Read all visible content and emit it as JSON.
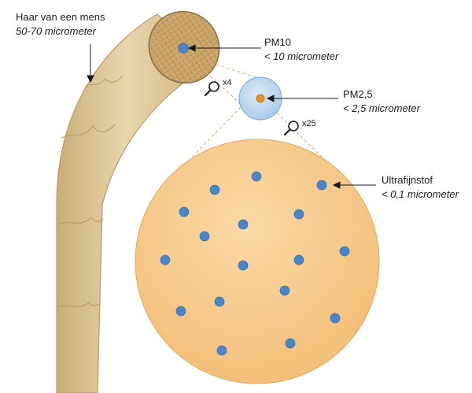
{
  "colors": {
    "hair_fill": "#dcc79a",
    "hair_stroke": "#b89a62",
    "cross_section": "#c9a46b",
    "particle_blue": "#4a86c7",
    "particle_orange": "#e2932b",
    "pm25_bubble": "#bcd6ee",
    "ultrafine_disc": "#f7c98a",
    "guide_line": "#c8b47a"
  },
  "labels": {
    "hair_title": "Haar van een mens",
    "hair_size": "50-70 micrometer",
    "pm10_title": "PM10",
    "pm10_size": "< 10 micrometer",
    "pm25_title": "PM2,5",
    "pm25_size": "< 2,5 micrometer",
    "ultrafine_title": "Ultrafijnstof",
    "ultrafine_size": "< 0,1 micrometer",
    "zoom_small": "x4",
    "zoom_large": "x25"
  },
  "icons": {
    "zoom_small": "magnifier-icon",
    "zoom_large": "magnifier-icon"
  }
}
